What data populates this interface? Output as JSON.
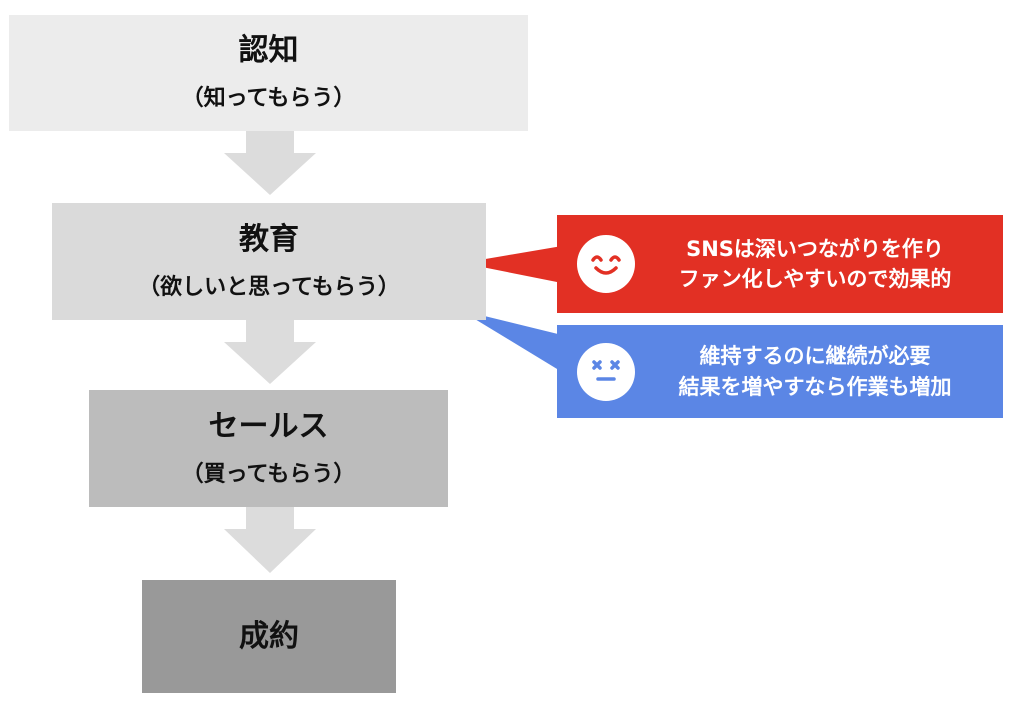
{
  "stages": [
    {
      "title": "認知",
      "subtitle": "（知ってもらう）"
    },
    {
      "title": "教育",
      "subtitle": "（欲しいと思ってもらう）"
    },
    {
      "title": "セールス",
      "subtitle": "（買ってもらう）"
    },
    {
      "title": "成約"
    }
  ],
  "callouts": {
    "positive": {
      "icon": "smiling-face-icon",
      "color": "#e23024",
      "lines": [
        "SNSは深いつながりを作り",
        "ファン化しやすいので効果的"
      ]
    },
    "negative": {
      "icon": "dizzy-face-icon",
      "color": "#5b86e5",
      "lines": [
        "維持するのに継続が必要",
        "結果を増やすなら作業も増加"
      ]
    }
  },
  "colors": {
    "stage_fills": [
      "#ececec",
      "#dadada",
      "#bcbcbc",
      "#999999"
    ],
    "arrow_fill": "#dcdcdc"
  }
}
